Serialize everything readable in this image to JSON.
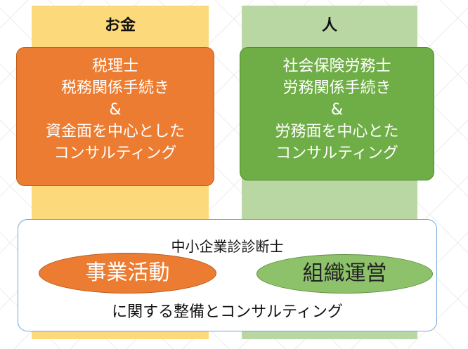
{
  "columns": {
    "money": {
      "header": "お金"
    },
    "people": {
      "header": "人"
    }
  },
  "cards": {
    "tax_accountant": {
      "lines": [
        "税理士",
        "税務関係手続き",
        "&",
        "資金面を中心とした",
        "コンサルティング"
      ]
    },
    "labor_consultant": {
      "lines": [
        "社会保険労務士",
        "労務関係手続き",
        "&",
        "労務面を中心とた",
        "コンサルティング"
      ]
    }
  },
  "sme_consultant": {
    "title": "中小企業診診断士",
    "ellipses": [
      "事業活動",
      "組織運営"
    ],
    "footer": "に関する整備とコンサルティング"
  },
  "colors": {
    "money_column": "#fcd97a",
    "people_column": "#b8d7a2",
    "tax_card": "#ec7c31",
    "labor_card": "#6fad46",
    "box_border": "#6fa6d8"
  }
}
